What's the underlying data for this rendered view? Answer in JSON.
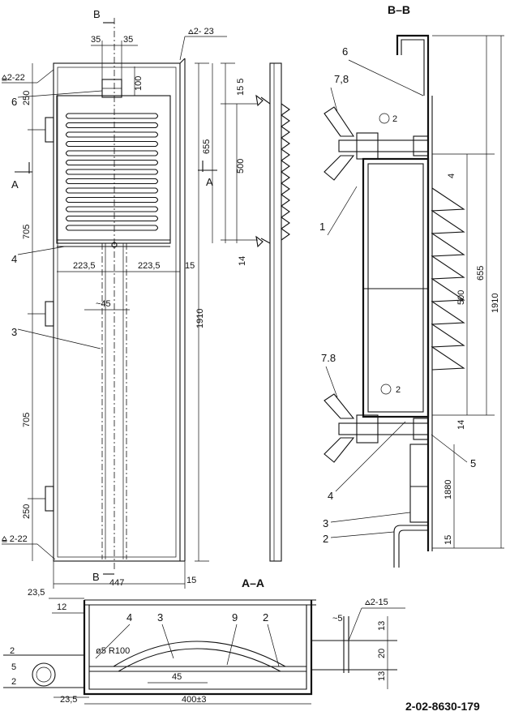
{
  "sections": {
    "b_mark_top": "B",
    "b_mark_bottom": "B",
    "a_mark_left": "A",
    "a_mark_right": "A",
    "view_bb": "B–B",
    "view_aa": "A–A"
  },
  "front_view": {
    "dims": {
      "top_35_left": "35",
      "top_35_right": "35",
      "weld_top_right": "⩟2- 23",
      "weld_top_left": "⩠2-22",
      "d250_top": "250",
      "d100": "100",
      "d705_upper": "705",
      "d223_left": "223,5",
      "d223_right": "223,5",
      "d15_mid": "15",
      "d45": "~45",
      "d705_lower": "705",
      "d250_bottom": "250",
      "weld_bottom_left": "⩠ 2-22",
      "d447": "447",
      "d15_bottom": "15",
      "d655": "655",
      "d1910": "1910"
    },
    "labels": {
      "l6": "6",
      "l4": "4",
      "l3": "3"
    }
  },
  "side_view": {
    "dims": {
      "d155": "15 5",
      "d500": "500",
      "d14": "14"
    }
  },
  "section_bb": {
    "labels": {
      "l6": "6",
      "l78_top": "7,8",
      "l1": "1",
      "l78_bottom": "7.8",
      "l4": "4",
      "l3": "3",
      "l2": "2",
      "l5": "5"
    },
    "dims": {
      "weld_2_top": "2",
      "weld_2_bottom": "2",
      "d4": "4",
      "d655": "655",
      "d500": "500",
      "d1910": "1910",
      "d14": "14",
      "d1880": "1880",
      "d15": "15"
    }
  },
  "section_aa": {
    "labels": {
      "l4": "4",
      "l3": "3",
      "l9": "9",
      "l2": "2"
    },
    "dims": {
      "d23_top": "23,5",
      "d12": "12",
      "weld_2_left": "2",
      "d5": "5",
      "weld_2_bottom": "2",
      "d23_bottom": "23,5",
      "d45": "45",
      "radius": "ø5 R100",
      "d400": "400±3",
      "weld_right": "⩟2-15",
      "d5_right": "~5",
      "d13_top": "13",
      "d20": "20",
      "d13_bottom": "13"
    }
  },
  "drawing_number": "2-02-8630-179"
}
